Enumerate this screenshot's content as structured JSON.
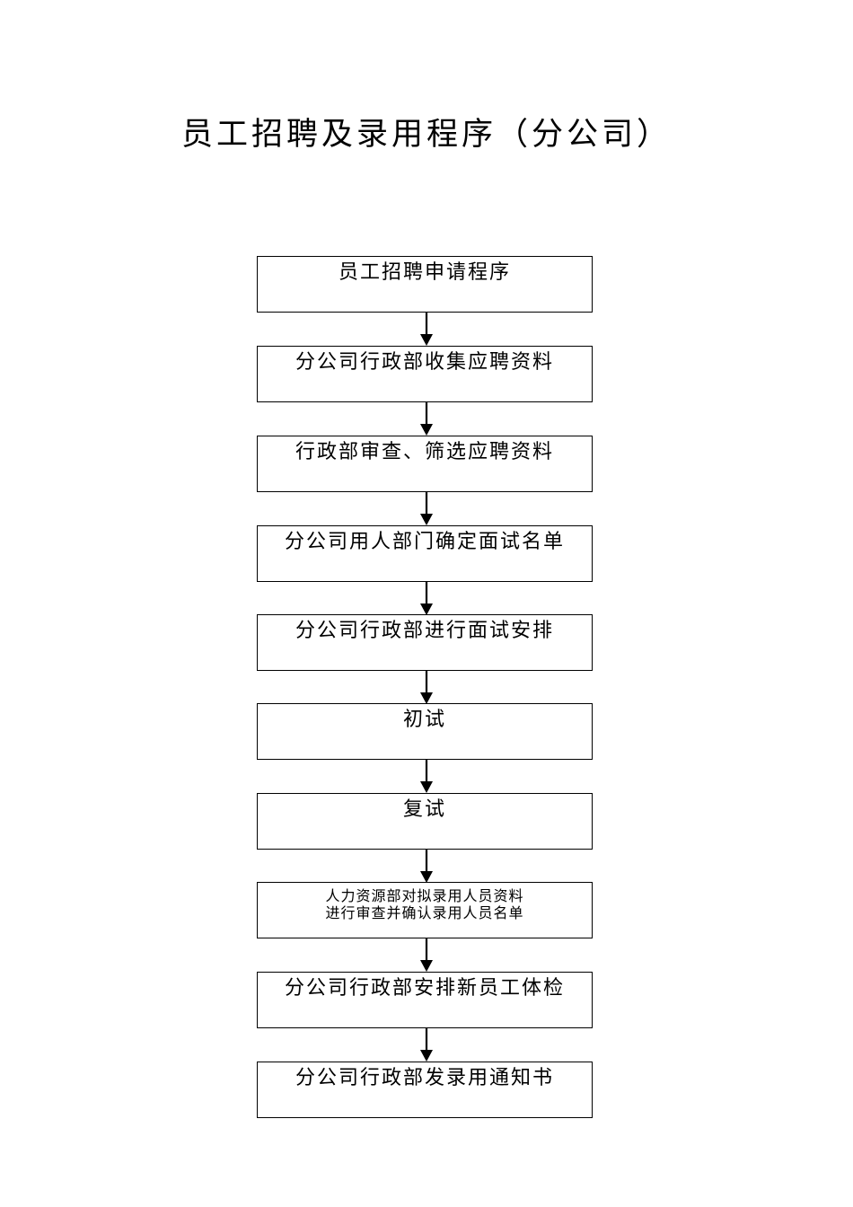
{
  "title": "员工招聘及录用程序（分公司）",
  "steps": [
    {
      "lines": [
        "员工招聘申请程序"
      ]
    },
    {
      "lines": [
        "分公司行政部收集应聘资料"
      ]
    },
    {
      "lines": [
        "行政部审查、筛选应聘资料"
      ]
    },
    {
      "lines": [
        "分公司用人部门确定面试名单"
      ]
    },
    {
      "lines": [
        "分公司行政部进行面试安排"
      ]
    },
    {
      "lines": [
        "初试"
      ]
    },
    {
      "lines": [
        "复试"
      ]
    },
    {
      "lines": [
        "人力资源部对拟录用人员资料",
        "进行审查并确认录用人员名单"
      ]
    },
    {
      "lines": [
        "分公司行政部安排新员工体检"
      ]
    },
    {
      "lines": [
        "分公司行政部发录用通知书"
      ]
    }
  ]
}
